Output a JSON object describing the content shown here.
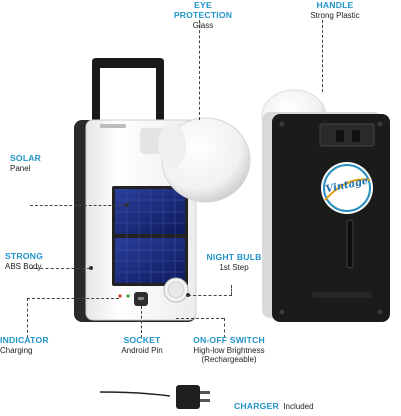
{
  "theme": {
    "accent": "#1f93c8",
    "text": "#222222"
  },
  "callouts": {
    "eye_protection": {
      "title": "EYE PROTECTION",
      "sub": "Glass"
    },
    "handle": {
      "title": "HANDLE",
      "sub": "Strong Plastic"
    },
    "solar": {
      "title": "SOLAR",
      "sub": "Panel"
    },
    "strong": {
      "title": "STRONG",
      "sub": "ABS Body"
    },
    "night_bulb": {
      "title": "NIGHT BULB",
      "sub": "1st Step"
    },
    "indicator": {
      "title": "INDICATOR",
      "sub": "Charging"
    },
    "socket": {
      "title": "SOCKET",
      "sub": "Android Pin"
    },
    "switch": {
      "title": "ON-OFF SWITCH",
      "sub1": "High-low Brightness",
      "sub2": "(Rechargeable)"
    },
    "charger": {
      "title": "CHARGER",
      "sub": "Included"
    }
  },
  "product": {
    "brand_logo": "Vintage"
  }
}
